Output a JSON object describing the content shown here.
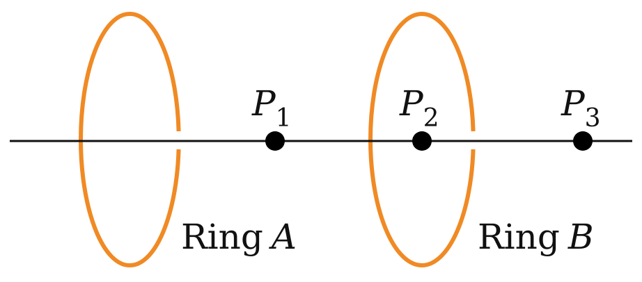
{
  "colors": {
    "ring": "#F08A24",
    "axis": "#111111",
    "point": "#000000",
    "background": "#FFFFFF"
  },
  "points": [
    {
      "letter": "P",
      "subscript": "1"
    },
    {
      "letter": "P",
      "subscript": "2"
    },
    {
      "letter": "P",
      "subscript": "3"
    }
  ],
  "rings": [
    {
      "word": "Ring",
      "letter": "A"
    },
    {
      "word": "Ring",
      "letter": "B"
    }
  ]
}
